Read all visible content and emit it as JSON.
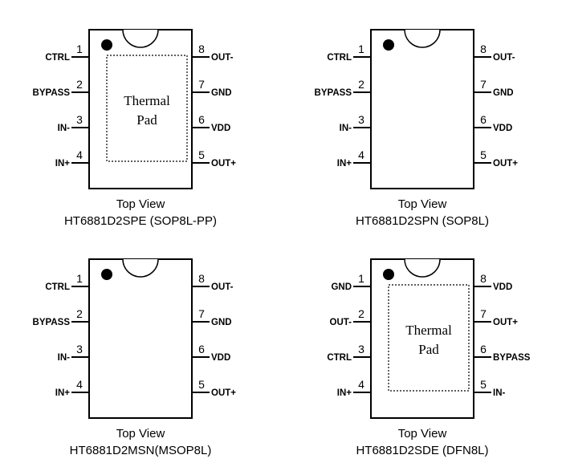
{
  "packages": [
    {
      "view": "Top View",
      "part": "HT6881D2SPE (SOP8L-PP)",
      "thermal_pad": true,
      "thermal_line1": "Thermal",
      "thermal_line2": "Pad",
      "left_pins": [
        {
          "num": "1",
          "name": "CTRL"
        },
        {
          "num": "2",
          "name": "BYPASS"
        },
        {
          "num": "3",
          "name": "IN-"
        },
        {
          "num": "4",
          "name": "IN+"
        }
      ],
      "right_pins": [
        {
          "num": "8",
          "name": "OUT-"
        },
        {
          "num": "7",
          "name": "GND"
        },
        {
          "num": "6",
          "name": "VDD"
        },
        {
          "num": "5",
          "name": "OUT+"
        }
      ]
    },
    {
      "view": "Top View",
      "part": "HT6881D2SPN (SOP8L)",
      "thermal_pad": false,
      "left_pins": [
        {
          "num": "1",
          "name": "CTRL"
        },
        {
          "num": "2",
          "name": "BYPASS"
        },
        {
          "num": "3",
          "name": "IN-"
        },
        {
          "num": "4",
          "name": "IN+"
        }
      ],
      "right_pins": [
        {
          "num": "8",
          "name": "OUT-"
        },
        {
          "num": "7",
          "name": "GND"
        },
        {
          "num": "6",
          "name": "VDD"
        },
        {
          "num": "5",
          "name": "OUT+"
        }
      ]
    },
    {
      "view": "Top View",
      "part": "HT6881D2MSN(MSOP8L)",
      "thermal_pad": false,
      "left_pins": [
        {
          "num": "1",
          "name": "CTRL"
        },
        {
          "num": "2",
          "name": "BYPASS"
        },
        {
          "num": "3",
          "name": "IN-"
        },
        {
          "num": "4",
          "name": "IN+"
        }
      ],
      "right_pins": [
        {
          "num": "8",
          "name": "OUT-"
        },
        {
          "num": "7",
          "name": "GND"
        },
        {
          "num": "6",
          "name": "VDD"
        },
        {
          "num": "5",
          "name": "OUT+"
        }
      ]
    },
    {
      "view": "Top View",
      "part": "HT6881D2SDE (DFN8L)",
      "thermal_pad": true,
      "thermal_line1": "Thermal",
      "thermal_line2": "Pad",
      "left_pins": [
        {
          "num": "1",
          "name": "GND"
        },
        {
          "num": "2",
          "name": "OUT-"
        },
        {
          "num": "3",
          "name": "CTRL"
        },
        {
          "num": "4",
          "name": "IN+"
        }
      ],
      "right_pins": [
        {
          "num": "8",
          "name": "VDD"
        },
        {
          "num": "7",
          "name": "OUT+"
        },
        {
          "num": "6",
          "name": "BYPASS"
        },
        {
          "num": "5",
          "name": "IN-"
        }
      ]
    }
  ]
}
